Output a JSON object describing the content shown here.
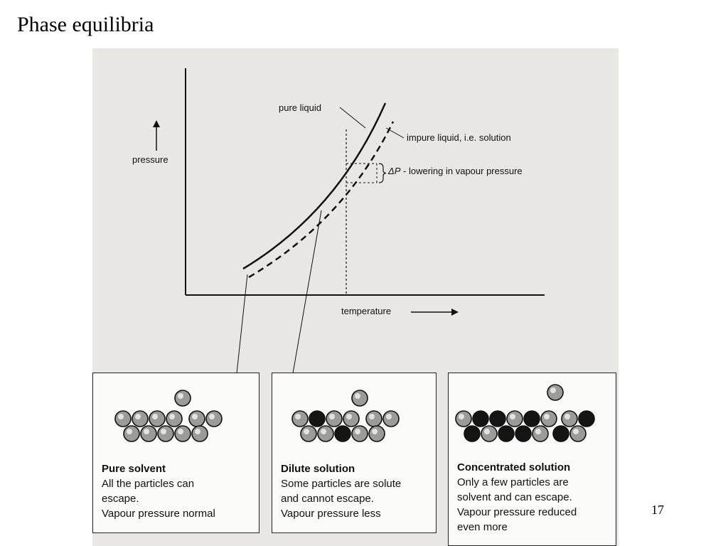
{
  "slide": {
    "title": "Phase equilibria",
    "number": "17"
  },
  "graph": {
    "y_axis_label": "pressure",
    "x_axis_label": "temperature",
    "curve_labels": {
      "pure": "pure liquid",
      "impure": "impure liquid, i.e. solution",
      "delta_symbol": "ΔP",
      "delta_text": " - lowering in vapour pressure"
    },
    "colors": {
      "curve": "#111111",
      "background": "#e9e7e4"
    }
  },
  "panels": [
    {
      "heading": "Pure solvent",
      "lines": [
        "All the particles can",
        "escape.",
        "Vapour pressure normal"
      ],
      "particles": "all-solvent"
    },
    {
      "heading": "Dilute solution",
      "lines": [
        "Some particles are solute",
        "and cannot escape.",
        "Vapour pressure less"
      ],
      "particles": "some-solute"
    },
    {
      "heading": "Concentrated solution",
      "lines": [
        "Only a few particles are",
        "solvent and can escape.",
        "Vapour pressure reduced",
        "even more"
      ],
      "particles": "mostly-solute"
    }
  ]
}
